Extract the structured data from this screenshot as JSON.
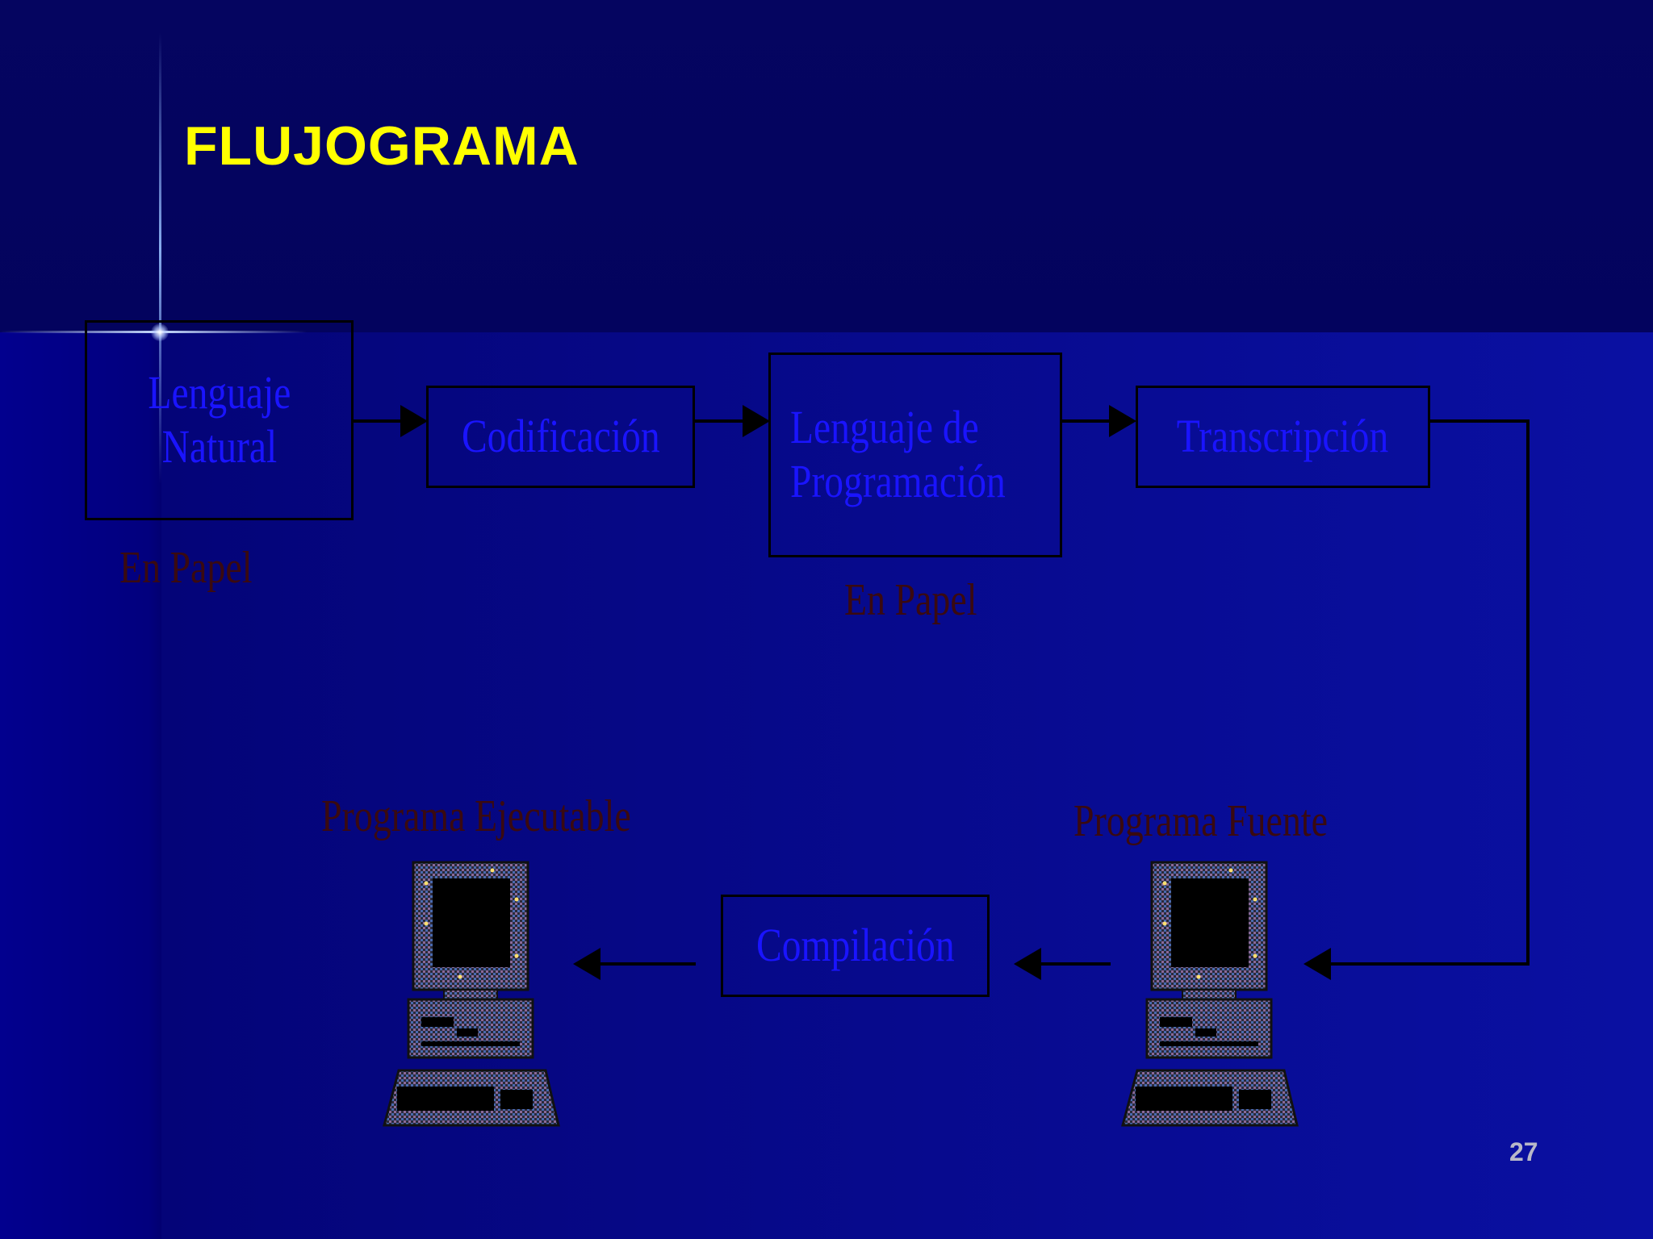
{
  "slide": {
    "title": "FLUJOGRAMA",
    "page_number": "27"
  },
  "flow": {
    "box_lenguaje_natural": [
      "Lenguaje",
      "Natural"
    ],
    "box_codificacion": "Codificación",
    "box_lenguaje_programacion": [
      "Lenguaje de",
      "Programación"
    ],
    "box_transcripcion": "Transcripción",
    "box_compilacion": "Compilación",
    "note_en_papel_1": "En Papel",
    "note_en_papel_2": "En Papel",
    "label_programa_fuente": "Programa Fuente",
    "label_programa_ejecutable": "Programa Ejecutable"
  },
  "icons": {
    "computer_left": "computer-icon",
    "computer_right": "computer-icon"
  },
  "colors": {
    "title": "#ffff00",
    "box_text": "#1a14ff",
    "note_text": "#3a0a10",
    "background": "#05057a"
  }
}
